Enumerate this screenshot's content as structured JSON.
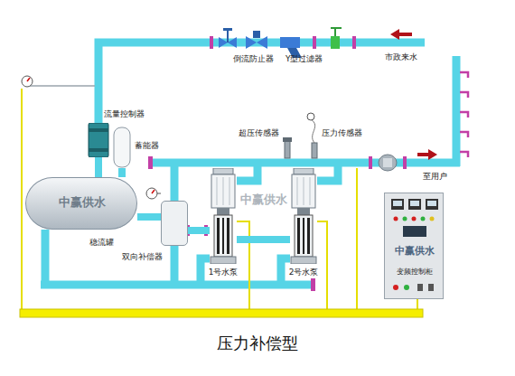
{
  "diagram": {
    "caption": "压力补偿型",
    "nodes": [
      {
        "text": [
          "流量控制器"
        ]
      },
      {
        "text": [
          "蓄能器"
        ]
      },
      {
        "text": [
          "中赢供水",
          "稳流罐"
        ]
      },
      {
        "text": [
          "双向补偿器"
        ]
      },
      {
        "text": [
          "1号水泵"
        ]
      },
      {
        "text": [
          "2号水泵"
        ]
      },
      {
        "text": [
          "中赢供水",
          "变频控制柜"
        ]
      }
    ],
    "edges": [
      {
        "from": 0,
        "to": 2,
        "arrow": "none"
      },
      {
        "from": 1,
        "to": 2,
        "arrow": "none"
      },
      {
        "from": 2,
        "to": 3,
        "arrow": "none"
      },
      {
        "from": 3,
        "to": 4,
        "arrow": "none"
      },
      {
        "from": 4,
        "to": 5,
        "arrow": "none"
      }
    ],
    "labels": [
      "倒流防止器",
      "Y型过滤器",
      "市政来水",
      "超压传感器",
      "压力传感器",
      "至用户",
      "中赢供水"
    ]
  }
}
